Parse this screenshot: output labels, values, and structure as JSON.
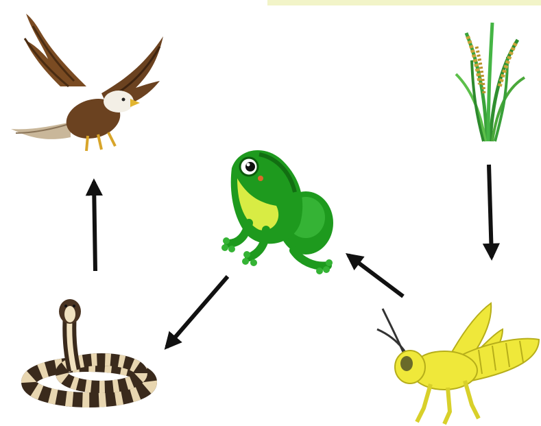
{
  "diagram": {
    "type": "food-chain",
    "nodes": [
      {
        "id": "grass",
        "icon": "grass-icon"
      },
      {
        "id": "grasshopper",
        "icon": "grasshopper-icon"
      },
      {
        "id": "frog",
        "icon": "frog-icon"
      },
      {
        "id": "snake",
        "icon": "snake-icon"
      },
      {
        "id": "eagle",
        "icon": "eagle-icon"
      }
    ],
    "edges": [
      {
        "from": "grass",
        "to": "grasshopper"
      },
      {
        "from": "grasshopper",
        "to": "frog"
      },
      {
        "from": "frog",
        "to": "snake"
      },
      {
        "from": "snake",
        "to": "eagle"
      }
    ]
  },
  "colors": {
    "arrow": "#111111",
    "frog_green": "#1e9a1e",
    "frog_belly": "#d8ec44",
    "grasshopper_yellow": "#efe83a",
    "eagle_brown": "#6b4220",
    "snake_dark": "#3a2a1c",
    "grass_green": "#3aa33a"
  }
}
